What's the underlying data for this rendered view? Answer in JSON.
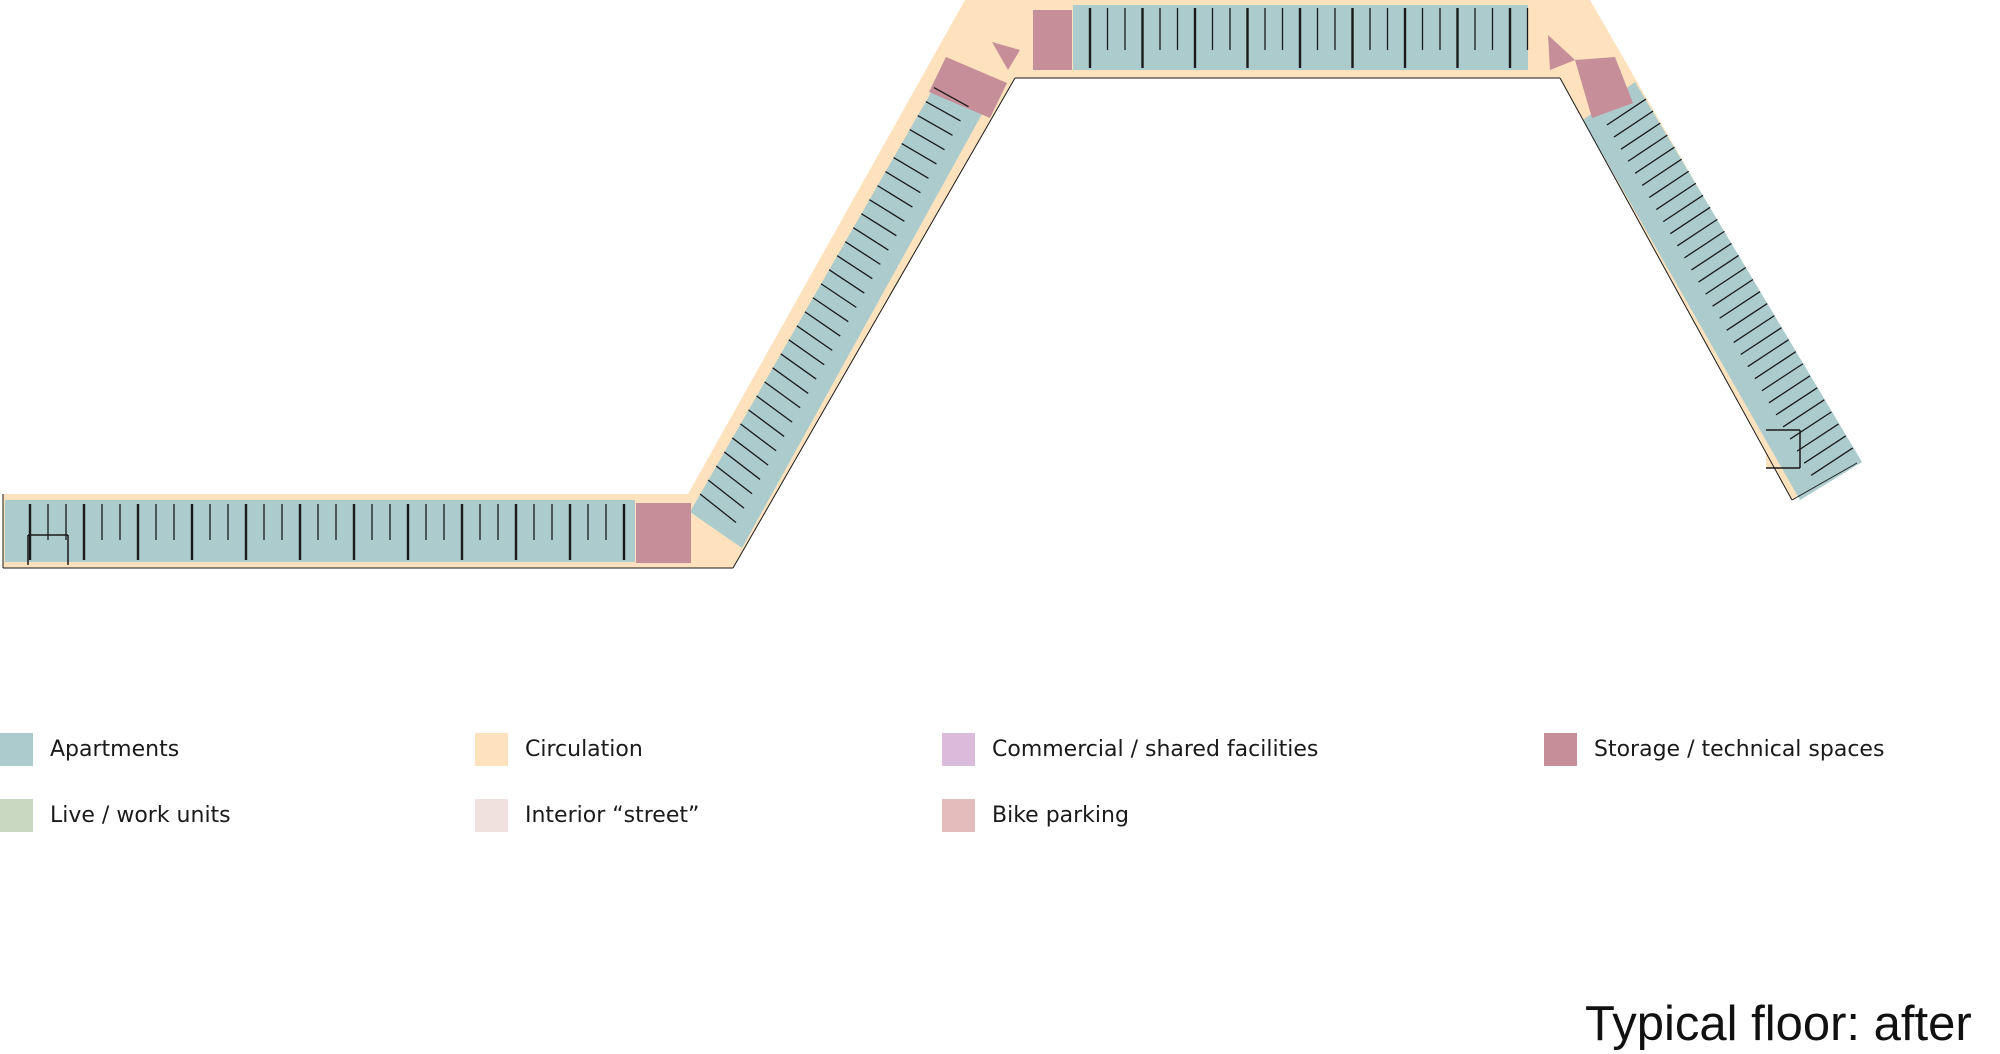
{
  "colors": {
    "apartments": "#abcbcd",
    "circulation": "#fde2bd",
    "commercial": "#dbbbdb",
    "storage": "#c68e98",
    "live_work": "#c9d9c1",
    "interior_street": "#f0e1de",
    "bike_parking": "#e3bcbb",
    "partition": "#1a1a1a"
  },
  "legend": [
    {
      "key": "apartments",
      "label": "Apartments",
      "color": "#abcbcd"
    },
    {
      "key": "circulation",
      "label": "Circulation",
      "color": "#fde2bd"
    },
    {
      "key": "commercial",
      "label": "Commercial / shared facilities",
      "color": "#dbbbdb"
    },
    {
      "key": "storage",
      "label": "Storage / technical spaces",
      "color": "#c68e98"
    },
    {
      "key": "live_work",
      "label": "Live / work units",
      "color": "#c9d9c1"
    },
    {
      "key": "interior_street",
      "label": "Interior “street”",
      "color": "#f0e1de"
    },
    {
      "key": "bike_parking",
      "label": "Bike parking",
      "color": "#e3bcbb"
    }
  ],
  "title": "Typical floor: after"
}
